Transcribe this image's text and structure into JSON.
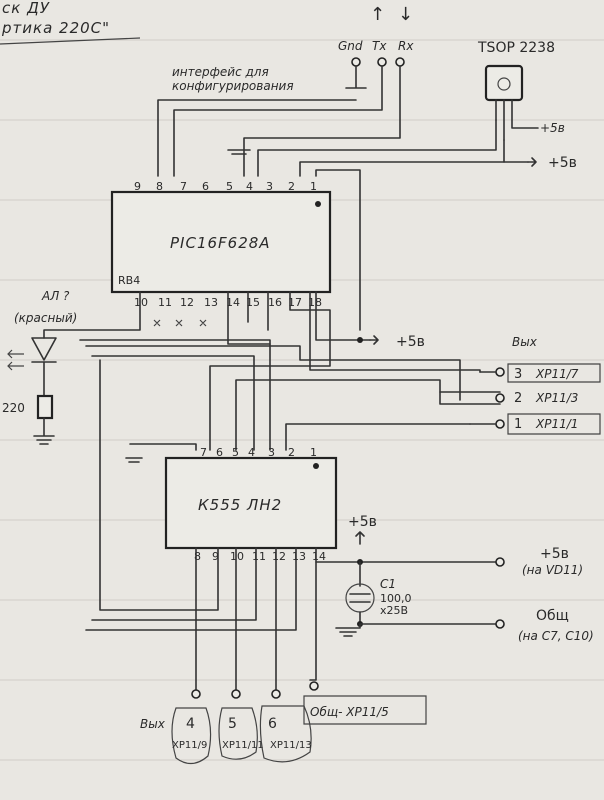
{
  "header": {
    "line1": "ск ДУ",
    "line2": "ртика 220С\""
  },
  "uart": {
    "gnd": "Gnd",
    "tx": "Tx",
    "rx": "Rx",
    "arrow_up": "↑",
    "arrow_down": "↓",
    "note_line1": "интерфейс для",
    "note_line2": "конфигурирования"
  },
  "tsop": {
    "label": "TSOP 2238",
    "plus5_a": "+5в",
    "plus5_b": "+5в"
  },
  "pic": {
    "label": "PIC16F628A",
    "rb4": "RB4",
    "top_pins": [
      "9",
      "8",
      "7",
      "6",
      "5",
      "4",
      "3",
      "2",
      "1"
    ],
    "bottom_pins": [
      "10",
      "11",
      "12",
      "13",
      "14",
      "15",
      "16",
      "17",
      "18"
    ]
  },
  "led": {
    "label": "АЛ ?",
    "color": "(красный)",
    "resistor": "220"
  },
  "supply_mid": "+5в",
  "k555": {
    "label": "К555 ЛН2",
    "top_pins": [
      "7",
      "6",
      "5",
      "4",
      "3",
      "2",
      "1"
    ],
    "bottom_pins": [
      "8",
      "9",
      "10",
      "11",
      "12",
      "13",
      "14"
    ]
  },
  "outputs": {
    "title": "Вых",
    "items": [
      {
        "num": "3",
        "name": "ХР11/7"
      },
      {
        "num": "2",
        "name": "ХР11/3"
      },
      {
        "num": "1",
        "name": "ХР11/1"
      }
    ]
  },
  "c1": {
    "label": "С1",
    "value": "100,0",
    "voltage": "х25В",
    "plus5": "+5в"
  },
  "right_power": {
    "name": "+5в",
    "sub": "(на VD11)"
  },
  "right_gnd": {
    "name": "Общ",
    "sub": "(на С7, С10)"
  },
  "bottom": {
    "vyx": "Вых",
    "items": [
      {
        "num": "4",
        "name": "ХР11/9"
      },
      {
        "num": "5",
        "name": "ХР11/11"
      },
      {
        "num": "6",
        "name": "ХР11/13"
      }
    ],
    "common": "Общ- ХР11/5"
  }
}
